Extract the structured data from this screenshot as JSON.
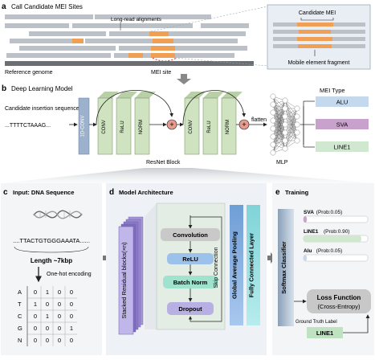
{
  "panel_a": {
    "letter": "a",
    "title": "Call Candidate MEI Sites",
    "long_read_label": "Long-read alignments",
    "reference_label": "Reference genome",
    "mei_site_label": "MEI site",
    "inset_candidate_label": "Candidate MEI",
    "inset_fragment_label": "Mobile element fragment"
  },
  "panel_b": {
    "letter": "b",
    "title": "Deep Learning Model",
    "input_label": "Candidate insertion sequence",
    "sequence": "...TTTTCTAAAG...",
    "conv1d_label": "1D-CONV",
    "block_layers": [
      "CONV",
      "ReLU",
      "NORM"
    ],
    "resnet_label": "ResNet Block",
    "flatten_label": "flatten",
    "mlp_label": "MLP",
    "mei_type_title": "MEI Type",
    "mei_types": [
      "ALU",
      "SVA",
      "LINE1"
    ],
    "colors": {
      "alu": "#c5d9ee",
      "sva": "#c8a2cc",
      "line1": "#cfe8cf"
    }
  },
  "panel_c": {
    "letter": "c",
    "title": "Input: DNA Sequence",
    "sequence": "....TTACTGTGGGAAATA......",
    "length_label": "Length ~7kbp",
    "encoding_label": "One-hot encoding",
    "onehot_rows": [
      {
        "base": "A",
        "values": [
          "0",
          "1",
          "0",
          "0"
        ]
      },
      {
        "base": "T",
        "values": [
          "1",
          "0",
          "0",
          "0"
        ]
      },
      {
        "base": "C",
        "values": [
          "0",
          "1",
          "0",
          "0"
        ]
      },
      {
        "base": "G",
        "values": [
          "0",
          "0",
          "0",
          "1"
        ]
      },
      {
        "base": "N",
        "values": [
          "0",
          "0",
          "0",
          "0"
        ]
      }
    ]
  },
  "panel_d": {
    "letter": "d",
    "title": "Model Architecture",
    "stack_label": "Stacked Residual blocks(×n)",
    "layers": [
      "Convolution",
      "ReLU",
      "Batch Norm",
      "Dropout"
    ],
    "skip_label": "Skip Connection",
    "gap_label": "Global Average Pooling",
    "fc_label": "Fully Connected Layer"
  },
  "panel_e": {
    "letter": "e",
    "title": "Training",
    "softmax_label": "Softmax Classifier",
    "probabilities": [
      {
        "name": "SVA",
        "prob_text": "(Prob:0.05)",
        "value": 0.05
      },
      {
        "name": "LINE1",
        "prob_text": "(Prob:0.90)",
        "value": 0.9
      },
      {
        "name": "Alu",
        "prob_text": "(Prob:0.05)",
        "value": 0.05
      }
    ],
    "loss_title": "Loss Function",
    "loss_subtitle": "(Cross-Entropy)",
    "ground_truth_label": "Ground Truth Label",
    "ground_truth_value": "LINE1"
  }
}
